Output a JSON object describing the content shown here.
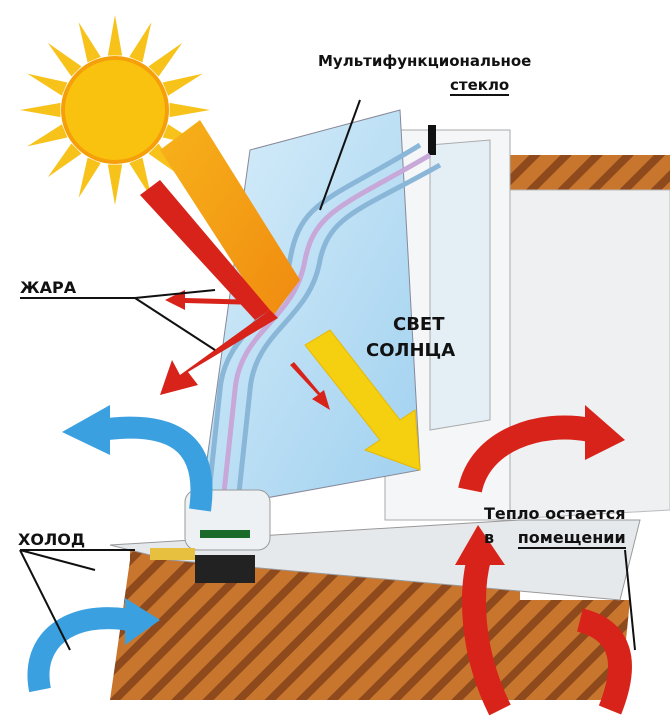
{
  "labels": {
    "glass_line1": "Мультифункциональное",
    "glass_line2": "стекло",
    "heat": "ЖАРА",
    "sunlight_line1": "СВЕТ",
    "sunlight_line2": "СОЛНЦА",
    "cold": "ХОЛОД",
    "warm_line1": "Тепло остается",
    "warm_line2_a": "в",
    "warm_line2_b": "помещении"
  },
  "colors": {
    "sun": "#f7c21a",
    "heat_arrow": "#d8231a",
    "light_arrow": "#f5d010",
    "cold_arrow": "#3aa0e0",
    "glass": "#bfe0f5",
    "brick": "#b5652a"
  }
}
